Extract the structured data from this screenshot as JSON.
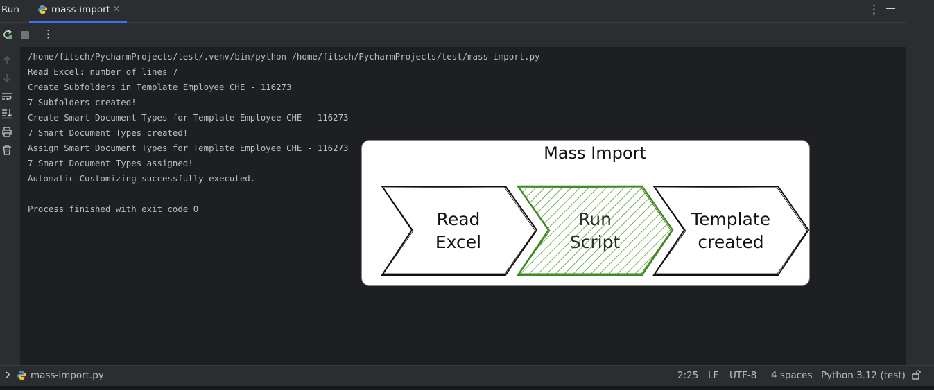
{
  "header": {
    "run_title": "Run",
    "tab_label": "mass-import",
    "close_glyph": "×"
  },
  "console": {
    "lines": [
      "/home/fitsch/PycharmProjects/test/.venv/bin/python /home/fitsch/PycharmProjects/test/mass-import.py",
      "Read Excel: number of lines 7",
      "Create Subfolders in Template Employee CHE - 116273",
      "7 Subfolders created!",
      "Create Smart Document Types for Template Employee CHE - 116273",
      "7 Smart Document Types created!",
      "Assign Smart Document Types for Template Employee CHE - 116273",
      "7 Smart Document Types assigned!",
      "Automatic Customizing successfully executed.",
      "",
      "Process finished with exit code 0"
    ]
  },
  "diagram": {
    "title": "Mass Import",
    "steps": [
      {
        "line1": "Read",
        "line2": "Excel",
        "fill": "#ffffff",
        "stroke": "#111111",
        "text": "#111111"
      },
      {
        "line1": "Run",
        "line2": "Script",
        "fill": "#4e9a2a",
        "stroke": "#3f8a22",
        "text": "#2b2b2b",
        "hatched": true
      },
      {
        "line1": "Template",
        "line2": "created",
        "fill": "#ffffff",
        "stroke": "#111111",
        "text": "#111111"
      }
    ]
  },
  "status": {
    "file": "mass-import.py",
    "position": "2:25",
    "line_ending": "LF",
    "encoding": "UTF-8",
    "indent": "4 spaces",
    "interpreter": "Python 3.12 (test)"
  },
  "colors": {
    "accent": "#3574f0",
    "rerun_green": "#5fb865",
    "python_blue": "#4b8bbe",
    "python_yellow": "#f0c43a"
  },
  "icons": [
    "python-file-icon",
    "close-icon",
    "more-vertical-icon",
    "minimize-icon",
    "rerun-icon",
    "stop-icon",
    "arrow-up-icon",
    "arrow-down-icon",
    "soft-wrap-icon",
    "scroll-to-end-icon",
    "print-icon",
    "trash-icon",
    "chevron-right-icon",
    "lock-icon"
  ]
}
